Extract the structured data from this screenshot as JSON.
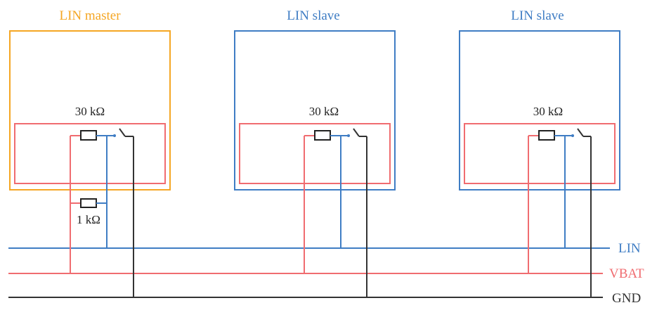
{
  "colors": {
    "master": "#F5A623",
    "slave": "#3F7DC4",
    "lin": "#3F7DC4",
    "vbat": "#F06C70",
    "gnd": "#333333",
    "resistor": "#222222"
  },
  "nodes": [
    {
      "title": "LIN master",
      "resistor_label": "30 kΩ",
      "role": "master"
    },
    {
      "title": "LIN slave",
      "resistor_label": "30 kΩ",
      "role": "slave"
    },
    {
      "title": "LIN slave",
      "resistor_label": "30 kΩ",
      "role": "slave"
    }
  ],
  "master_pullup_label": "1 kΩ",
  "bus": {
    "lin_label": "LIN",
    "vbat_label": "VBAT",
    "gnd_label": "GND"
  }
}
